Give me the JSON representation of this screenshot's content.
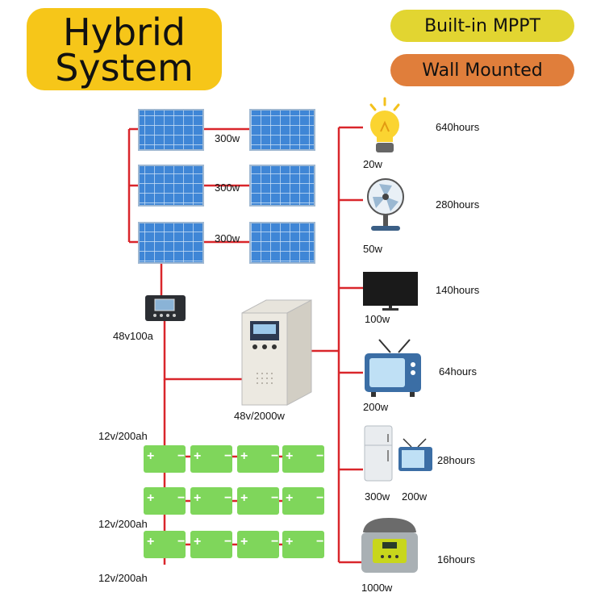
{
  "title": {
    "line1": "Hybrid",
    "line2": "System"
  },
  "badges": {
    "mppt": "Built-in MPPT",
    "wall": "Wall Mounted",
    "mppt_color": "#e2d531",
    "wall_color": "#e07e3b"
  },
  "panels": {
    "rows": [
      "300w",
      "300w",
      "300w"
    ]
  },
  "controller": {
    "label": "48v100a"
  },
  "inverter": {
    "label": "48v/2000w"
  },
  "batteries": {
    "rows": [
      "12v/200ah",
      "12v/200ah",
      "12v/200ah"
    ]
  },
  "loads": [
    {
      "name": "bulb-icon",
      "watt": "20w",
      "hours": "640hours"
    },
    {
      "name": "fan-icon",
      "watt": "50w",
      "hours": "280hours"
    },
    {
      "name": "monitor-icon",
      "watt": "100w",
      "hours": "140hours"
    },
    {
      "name": "tv-icon",
      "watt": "200w",
      "hours": "64hours"
    },
    {
      "name": "fridge-tv-icon",
      "watt": "300w",
      "watt2": "200w",
      "hours": "28hours"
    },
    {
      "name": "cooker-icon",
      "watt": "1000w",
      "hours": "16hours"
    }
  ],
  "colors": {
    "wire": "#d9262b",
    "panel": "#3f86d6",
    "battery": "#7fd65b"
  }
}
